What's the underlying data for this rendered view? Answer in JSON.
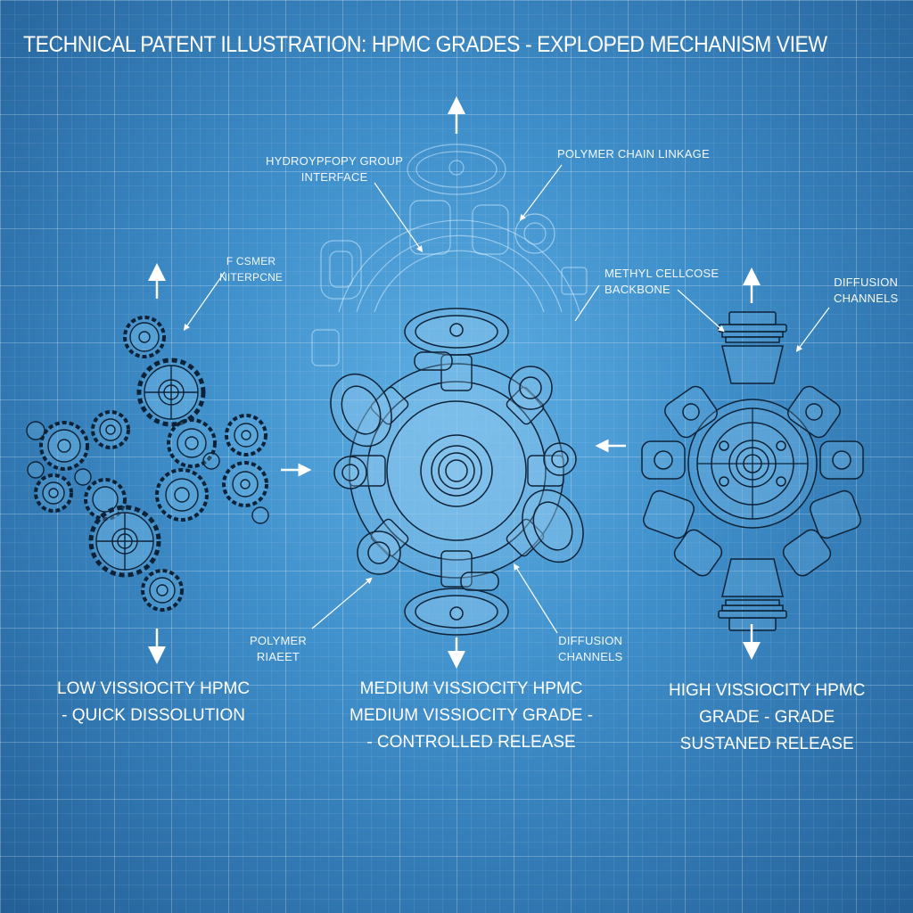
{
  "title": "TECHNICAL PATENT ILLUSTRATION: HPMC GRADES - EXPLOPED MECHANISM VIEW",
  "colors": {
    "background_center": "#5fb0e4",
    "background_edge": "#245f96",
    "grid_line": "#ffffff",
    "ink": "#0d2236",
    "ghost_ink": "#d6ecfb",
    "text": "#ffffff"
  },
  "callouts": {
    "hydroxypropyl": [
      "HYDROYPFOPY GROUP",
      "INTERFACE"
    ],
    "polymer_chain": [
      "POLYMER CHAIN LINKAGE"
    ],
    "left_top": [
      "F CSMER",
      "NITERPCNE"
    ],
    "methyl_backbone": [
      "METHYL CELLCOSE",
      "BACKBONE"
    ],
    "diffusion_right": [
      "DIFFUSION",
      "CHANNELS"
    ],
    "polymer_bottom": [
      "POLYMER",
      "RIAEET"
    ],
    "diffusion_bottom": [
      "DIFFUSION",
      "CHANNELS"
    ]
  },
  "grades": [
    {
      "id": "low",
      "lines": [
        "LOW VISSIOCITY HPMC",
        "- QUICK DISSOLUTION"
      ]
    },
    {
      "id": "medium",
      "lines": [
        "MEDIUM VISSIOCITY HPMC",
        "MEDIUM VISSIOCITY GRADE -",
        "- CONTROLLED RELEASE"
      ]
    },
    {
      "id": "high",
      "lines": [
        "HIGH VISSIOCITY HPMC",
        "GRADE  -  GRADE",
        "SUSTANED RELEASE"
      ]
    }
  ],
  "icons": {
    "arrows": [
      "arrow-up",
      "arrow-down",
      "arrow-right",
      "arrow-left"
    ],
    "mechanisms": [
      "gear-cluster-icon",
      "radial-mechanism-icon",
      "radial-engine-icon"
    ]
  }
}
